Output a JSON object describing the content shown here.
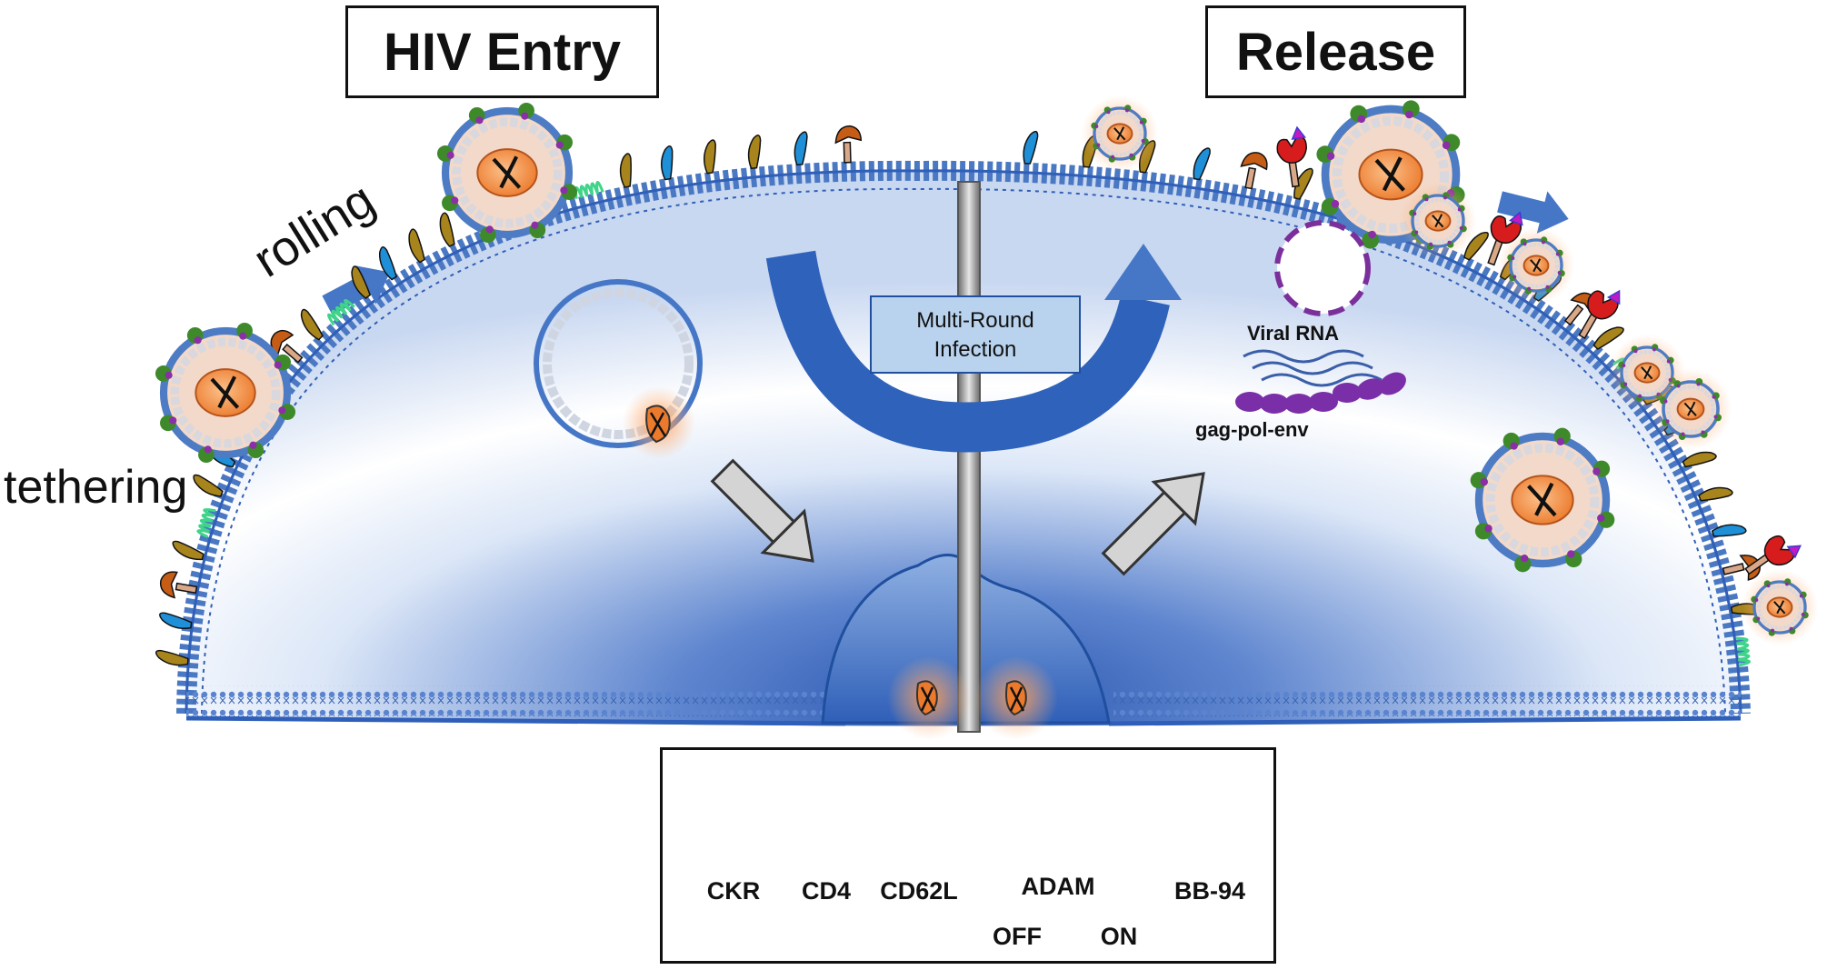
{
  "titles": {
    "entry": "HIV Entry",
    "release": "Release"
  },
  "steps": {
    "rolling": "rolling",
    "tethering": "tethering"
  },
  "center_box": {
    "line1": "Multi-Round",
    "line2": "Infection"
  },
  "annotations": {
    "viral_rna": "Viral RNA",
    "gag_pol_env": "gag-pol-env"
  },
  "legend": {
    "ckr": "CKR",
    "cd4": "CD4",
    "cd62l": "CD62L",
    "adam": "ADAM",
    "adam_off": "OFF",
    "adam_on": "ON",
    "bb94": "BB-94"
  },
  "colors": {
    "membrane": "#4a78c2",
    "cell_fill": "#2f5fb8",
    "ckr": "#3fd48a",
    "cd4": "#1f8fd8",
    "cd62l": "#a8841c",
    "adam_off": "#c65d16",
    "adam_on": "#d61c1c",
    "bb94": "#c418c4",
    "virion_core": "#f08a3c",
    "envelope": "#4d7cc4",
    "spike": "#3e8a2a",
    "arrow_blue": "#4677c6"
  }
}
